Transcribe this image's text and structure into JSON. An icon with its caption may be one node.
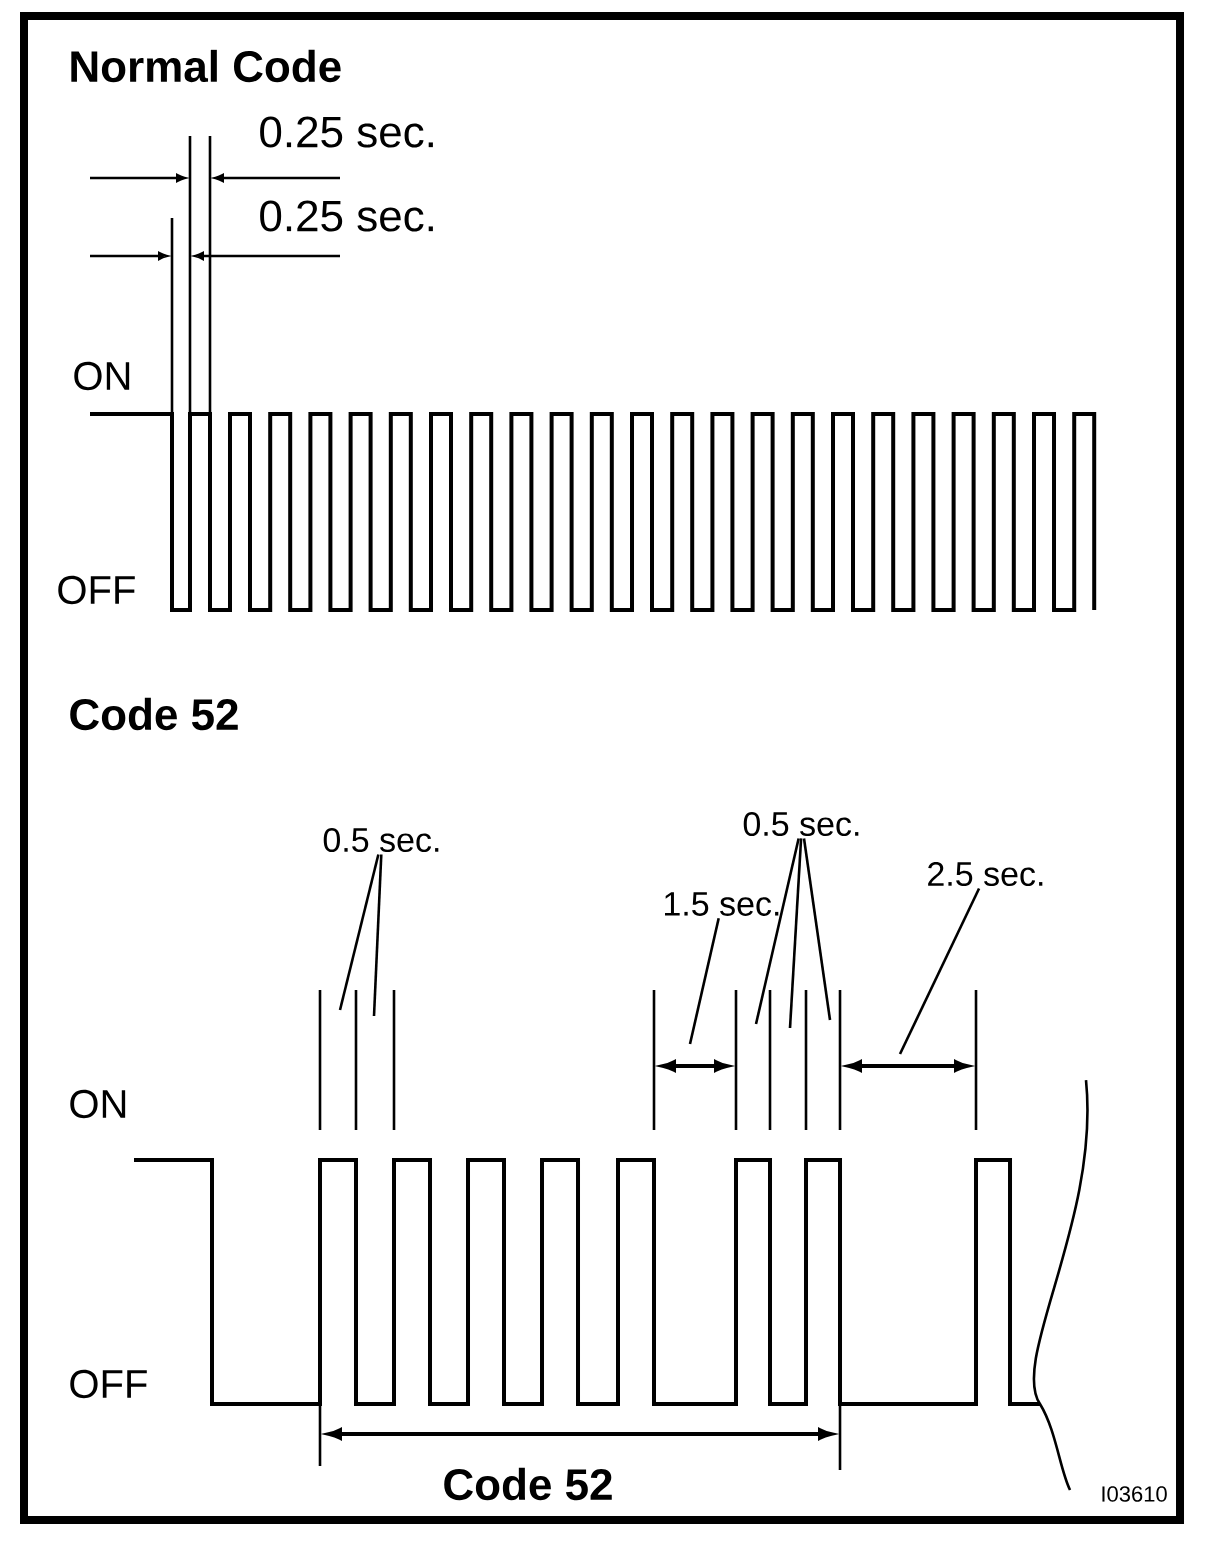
{
  "diagram": {
    "nodes": [
      {
        "text": [
          "0.5 sec."
        ]
      },
      {
        "text": [
          "1.5 sec."
        ]
      },
      {
        "text": [
          "0.5 sec."
        ]
      },
      {
        "text": [
          "2.5 sec."
        ]
      }
    ],
    "edges": [
      {
        "from": 0,
        "to": null,
        "arrow": "none"
      },
      {
        "from": 0,
        "to": null,
        "arrow": "none"
      },
      {
        "from": 1,
        "to": null,
        "arrow": "none"
      },
      {
        "from": 2,
        "to": null,
        "arrow": "none"
      },
      {
        "from": 2,
        "to": null,
        "arrow": "none"
      },
      {
        "from": 2,
        "to": null,
        "arrow": "none"
      },
      {
        "from": 3,
        "to": null,
        "arrow": "none"
      }
    ],
    "labels": [
      "Normal Code",
      "0.25 sec.",
      "0.25 sec.",
      "ON",
      "OFF",
      "Code 52",
      "ON",
      "OFF",
      "Code 52",
      "I03610"
    ]
  }
}
